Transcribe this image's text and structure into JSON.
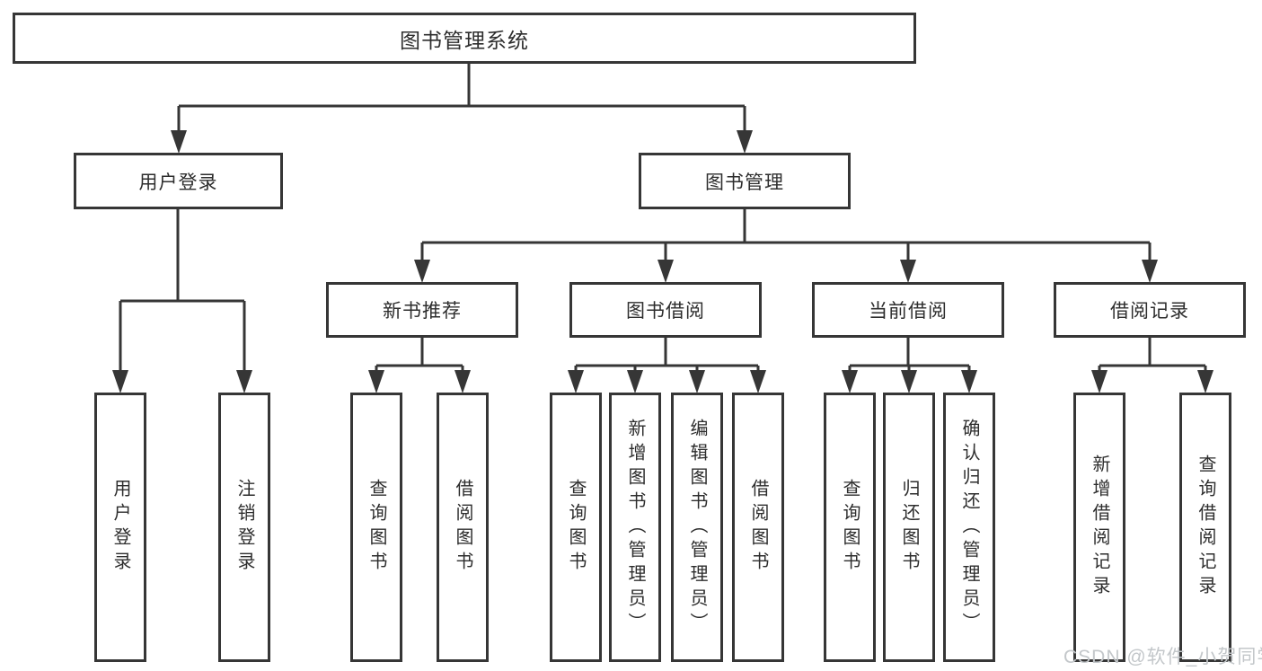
{
  "diagram": {
    "root": {
      "label": "图书管理系统"
    },
    "level2": [
      {
        "label": "用户登录",
        "children": [
          {
            "label": "用户登录"
          },
          {
            "label": "注销登录"
          }
        ]
      },
      {
        "label": "图书管理",
        "children": [
          {
            "label": "新书推荐",
            "children": [
              {
                "label": "查询图书"
              },
              {
                "label": "借阅图书"
              }
            ]
          },
          {
            "label": "图书借阅",
            "children": [
              {
                "label": "查询图书"
              },
              {
                "label": "新增图书（管理员）"
              },
              {
                "label": "编辑图书（管理员）"
              },
              {
                "label": "借阅图书"
              }
            ]
          },
          {
            "label": "当前借阅",
            "children": [
              {
                "label": "查询图书"
              },
              {
                "label": "归还图书"
              },
              {
                "label": "确认归还（管理员）"
              }
            ]
          },
          {
            "label": "借阅记录",
            "children": [
              {
                "label": "新增借阅记录"
              },
              {
                "label": "查询借阅记录"
              }
            ]
          }
        ]
      }
    ],
    "watermark": {
      "text": "CSDN @软件_小贺同学"
    },
    "colors": {
      "line": "#363636",
      "box_border": "#363636",
      "box_background": "#ffffff",
      "text": "#2d2d2d",
      "watermark": "#c3c7ca",
      "page_background": "#ffffff"
    }
  }
}
